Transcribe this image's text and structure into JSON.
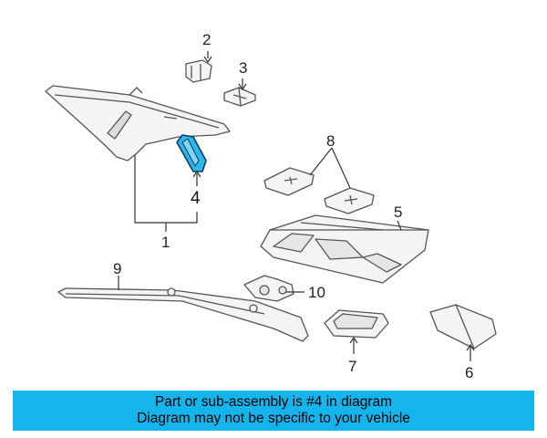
{
  "diagram": {
    "callouts": [
      {
        "id": "1",
        "label": "1"
      },
      {
        "id": "2",
        "label": "2"
      },
      {
        "id": "3",
        "label": "3"
      },
      {
        "id": "4",
        "label": "4",
        "highlighted": true
      },
      {
        "id": "5",
        "label": "5"
      },
      {
        "id": "6",
        "label": "6"
      },
      {
        "id": "7",
        "label": "7"
      },
      {
        "id": "8",
        "label": "8"
      },
      {
        "id": "9",
        "label": "9"
      },
      {
        "id": "10",
        "label": "10"
      }
    ],
    "colors": {
      "line": "#555555",
      "part_fill": "#f4f4f4",
      "highlight_fill": "#2fb6e8",
      "highlight_stroke": "#0a3a66"
    }
  },
  "banner": {
    "line1": "Part or sub-assembly is #4 in diagram",
    "line2": "Diagram may not be specific to your vehicle",
    "background": "#14b4ec"
  }
}
